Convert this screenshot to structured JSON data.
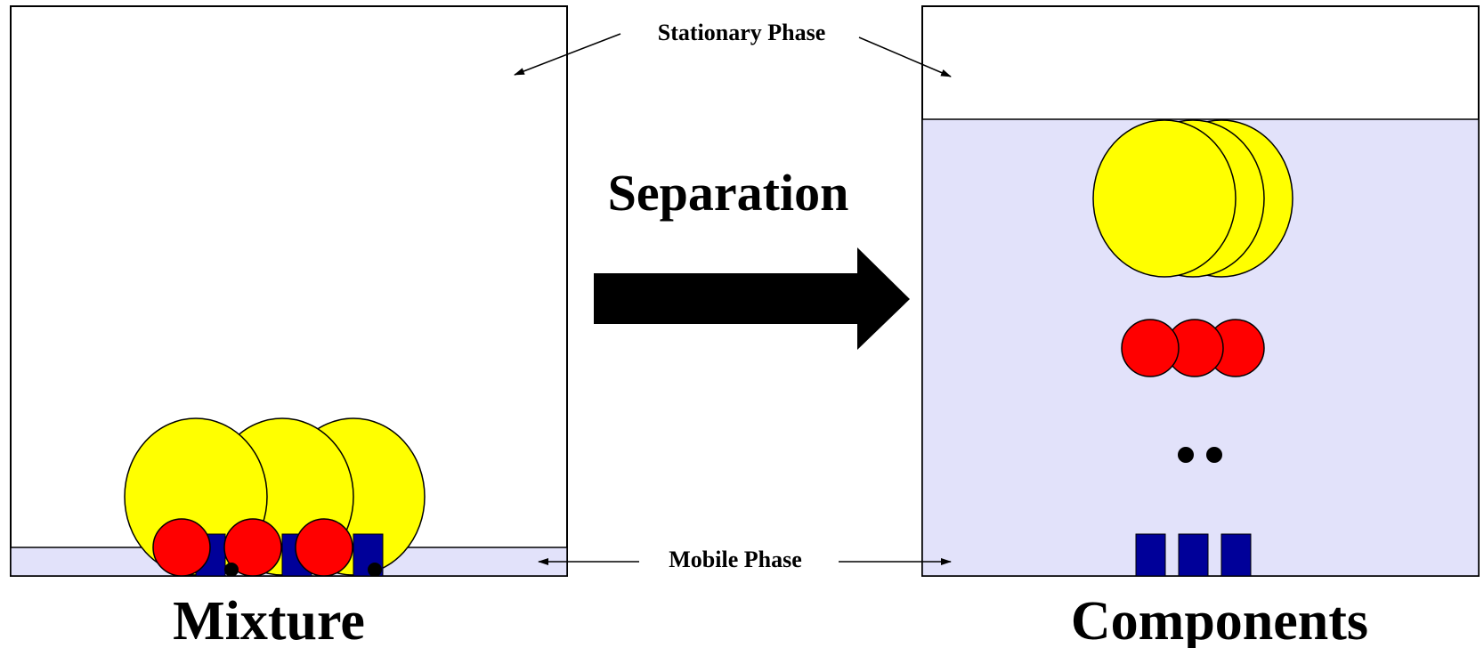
{
  "labels": {
    "stationary_phase": "Stationary Phase",
    "mobile_phase": "Mobile Phase",
    "separation": "Separation",
    "mixture": "Mixture",
    "components": "Components"
  },
  "colors": {
    "mobile_phase_fill": "#e2e2fa",
    "large_component": "#ffff00",
    "medium_component": "#ff0000",
    "block_component": "#000099",
    "small_component": "#000000",
    "outline": "#000000"
  }
}
